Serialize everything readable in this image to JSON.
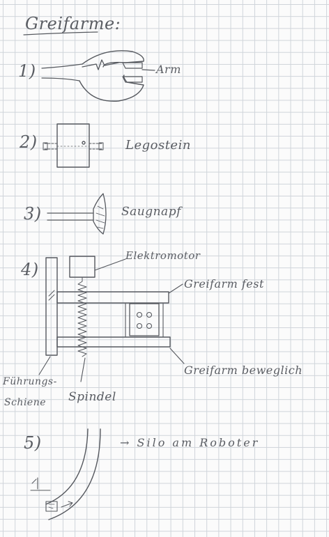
{
  "title": "Greifarme:",
  "items": [
    {
      "number": "1)",
      "label": "Arm"
    },
    {
      "number": "2)",
      "label": "Legostein"
    },
    {
      "number": "3)",
      "label": "Saugnapf"
    },
    {
      "number": "4)",
      "labels": {
        "motor": "Elektromotor",
        "fixed": "Greifarm fest",
        "moving": "Greifarm beweglich",
        "rail_1": "Führungs-",
        "rail_2": "Schiene",
        "spindle": "Spindel"
      }
    },
    {
      "number": "5)",
      "label": "→ Silo am Roboter"
    }
  ]
}
